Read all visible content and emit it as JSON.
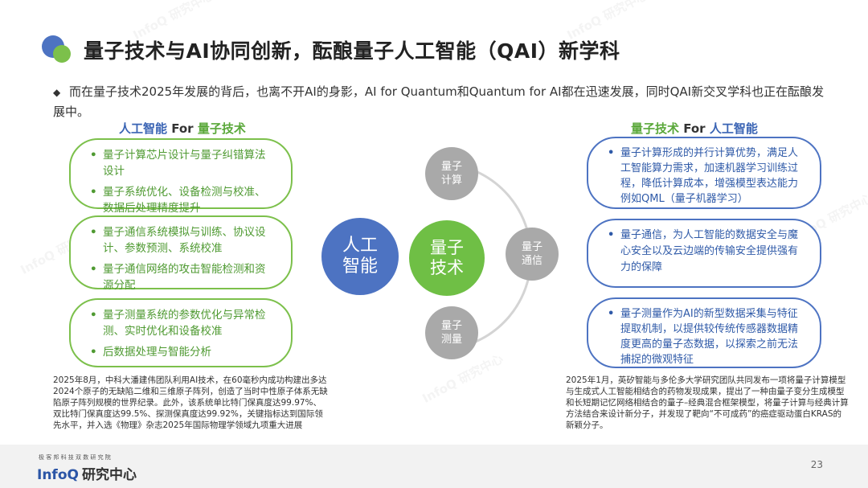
{
  "header": {
    "title": "量子技术与AI协同创新，酝酿量子人工智能（QAI）新学科"
  },
  "intro": {
    "bullet": "◆",
    "text": "而在量子技术2025年发展的背后，也离不开AI的身影，AI for Quantum和Quantum for AI都在迅速发展，同时QAI新交叉学科也正在酝酿发展中。"
  },
  "left": {
    "heading_a": "人工智能",
    "heading_for": " For ",
    "heading_b": "量子技术",
    "groups": [
      [
        "量子计算芯片设计与量子纠错算法设计",
        "量子系统优化、设备检测与校准、数据后处理精度提升"
      ],
      [
        "量子通信系统模拟与训练、协议设计、参数预测、系统校准",
        "量子通信网络的攻击智能检测和资源分配"
      ],
      [
        "量子测量系统的参数优化与异常检测、实时优化和设备校准",
        "后数据处理与智能分析"
      ]
    ],
    "note": "2025年8月，中科大潘建伟团队利用AI技术，在60毫秒内成功构建出多达2024个原子的无缺陷二维和三维原子阵列，创造了当时中性原子体系无缺陷原子阵列规模的世界纪录。此外，该系统单比特门保真度达99.97%、双比特门保真度达99.5%、探测保真度达99.92%，关键指标达到国际领先水平，并入选《物理》杂志2025年国际物理学领域九项重大进展"
  },
  "right": {
    "heading_a": "量子技术",
    "heading_for": " For ",
    "heading_b": "人工智能",
    "groups": [
      [
        "量子计算形成的并行计算优势，满足人工智能算力需求，加速机器学习训练过程，降低计算成本，增强模型表达能力例如QML（量子机器学习）"
      ],
      [
        "量子通信，为人工智能的数据安全与魔心安全以及云边端的传输安全提供强有力的保障"
      ],
      [
        "量子测量作为AI的新型数据采集与特征提取机制，以提供较传统传感器数据精度更高的量子态数据，以探索之前无法捕捉的微观特征"
      ]
    ],
    "note": "2025年1月，英矽智能与多伦多大学研究团队共同发布一项将量子计算模型与生成式人工智能相结合的药物发现成果，提出了一种由量子变分生成模型和长短期记忆网络相结合的量子–经典混合框架模型，将量子计算与经典计算方法结合来设计新分子，并发现了靶向“不可成药”的癌症驱动蛋白KRAS的新颖分子。"
  },
  "diagram": {
    "ai": [
      "人工",
      "智能"
    ],
    "quantum": [
      "量子",
      "技术"
    ],
    "calc": [
      "量子",
      "计算"
    ],
    "comm": [
      "量子",
      "通信"
    ],
    "meas": [
      "量子",
      "测量"
    ]
  },
  "footer": {
    "tagline": "极客邦科技双数研究院",
    "brand_en": "InfoQ",
    "brand_cn": "研究中心",
    "page": "23"
  },
  "watermark": "InfoQ 研究中心",
  "colors": {
    "blue": "#4d73c2",
    "green": "#7cc04b",
    "gray": "#a9a9a9"
  }
}
